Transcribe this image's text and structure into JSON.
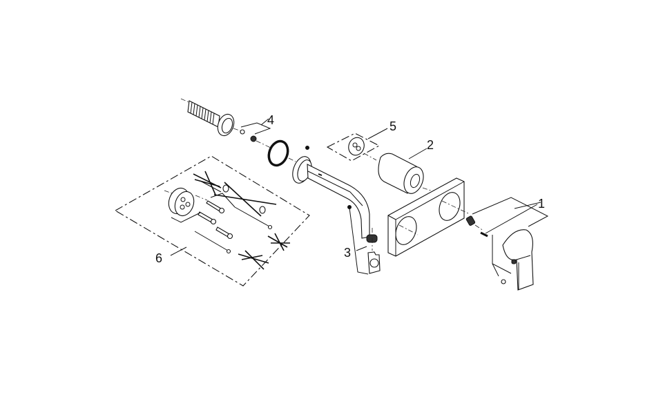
{
  "diagram": {
    "type": "exploded-parts-view",
    "subject": "wall-mounted single-lever basin mixer",
    "background": "#ffffff",
    "line_color": "#111111",
    "callouts": [
      {
        "id": "1",
        "label": "1",
        "part": "lever handle with screws and cap"
      },
      {
        "id": "2",
        "label": "2",
        "part": "cylindrical escutcheon sleeve"
      },
      {
        "id": "3",
        "label": "3",
        "part": "aerator with key"
      },
      {
        "id": "4",
        "label": "4",
        "part": "set screw and nut"
      },
      {
        "id": "5",
        "label": "5",
        "part": "cartridge adapter"
      },
      {
        "id": "6",
        "label": "6",
        "part": "cartridge kit with screws and extension rods"
      }
    ]
  }
}
